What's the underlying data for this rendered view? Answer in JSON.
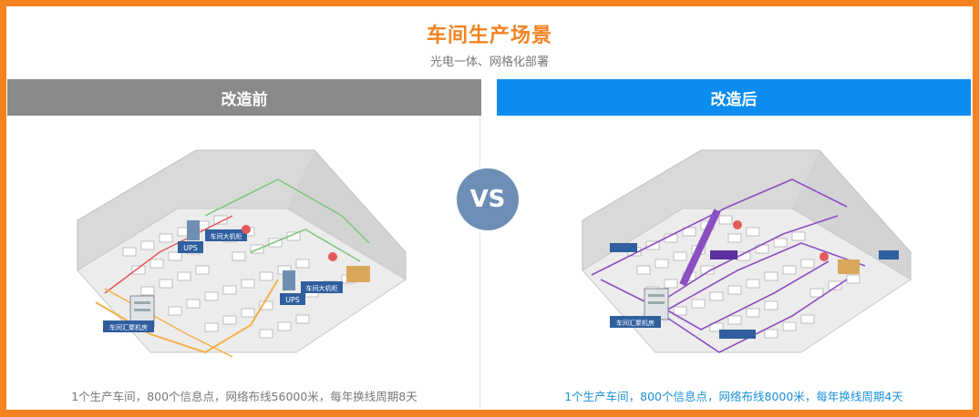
{
  "header": {
    "title": "车间生产场景",
    "subtitle": "光电一体、网格化部署"
  },
  "panels": {
    "before": {
      "label": "改造前",
      "caption": "1个生产车间，800个信息点，网络布线56000米，每年换线周期8天",
      "tags": [
        "UPS",
        "车间大机柜",
        "UPS",
        "车间大机柜",
        "车间汇聚机房"
      ],
      "header_color": "#8a8a8a"
    },
    "after": {
      "label": "改造后",
      "caption": "1个生产车间，800个信息点，网络布线8000米，每年换线周期4天",
      "tags": [
        "车间汇聚机房"
      ],
      "header_color": "#0a8cf0"
    }
  },
  "vs_label": "VS",
  "colors": {
    "accent": "#f58220",
    "vs_circle": "#6d8fb5",
    "caption_after": "#1a8fd6",
    "cable_before_green": "#7cc47a",
    "cable_before_orange": "#f2b04a",
    "cable_before_red": "#e25a5a",
    "cable_after_purple": "#8a4fc0"
  }
}
